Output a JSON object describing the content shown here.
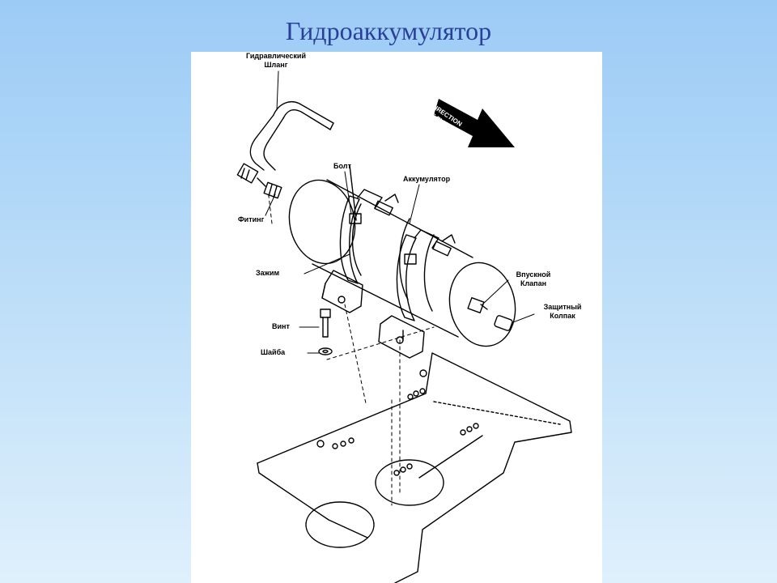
{
  "slide": {
    "title": "Гидроаккумулятор"
  },
  "diagram": {
    "labels": {
      "hose_line1": "Гидравлический",
      "hose_line2": "Шланг",
      "direction_line1": "DIRECTION",
      "direction_line2": "OF FLIGHT",
      "bolt": "Болт",
      "accumulator": "Аккумулятор",
      "fitting": "Фитинг",
      "clamp": "Зажим",
      "valve_line1": "Впускной",
      "valve_line2": "Клапан",
      "screw": "Винт",
      "cap_line1": "Защитный",
      "cap_line2": "Колпак",
      "washer": "Шайба"
    }
  }
}
